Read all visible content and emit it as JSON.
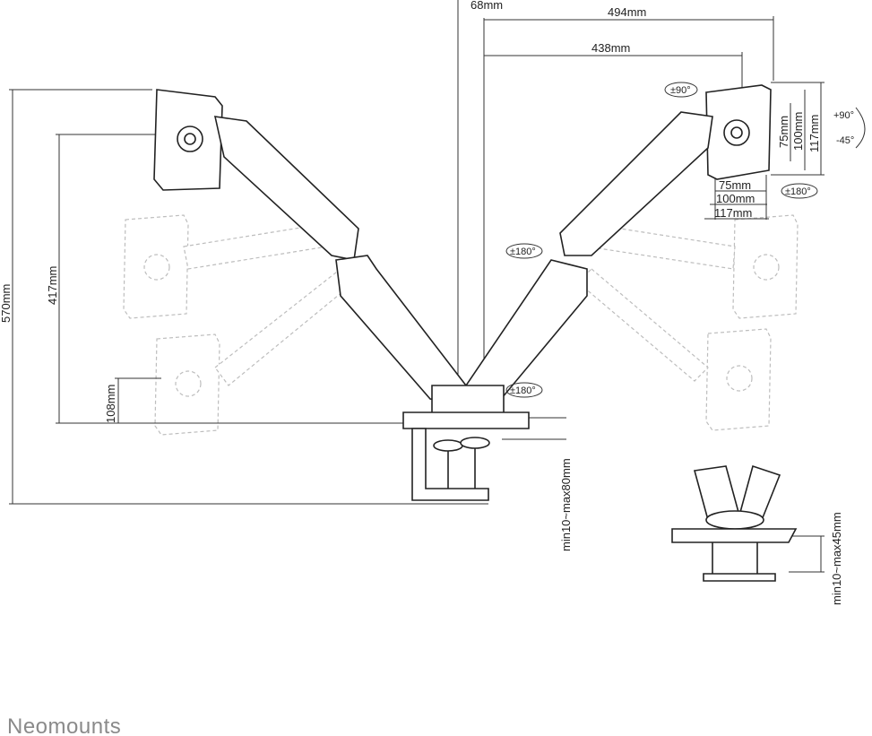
{
  "dimensions": {
    "width_494": "494mm",
    "width_438": "438mm",
    "offset_68": "68mm",
    "height_570": "570mm",
    "height_417": "417mm",
    "height_108": "108mm",
    "vesa_75_v": "75mm",
    "vesa_100_v": "100mm",
    "vesa_117_v": "117mm",
    "vesa_75_h": "75mm",
    "vesa_100_h": "100mm",
    "vesa_117_h": "117mm",
    "clamp_range": "min10~max80mm",
    "grommet_range": "min10~max45mm"
  },
  "rotations": {
    "rotate_90": "±90°",
    "tilt_up": "+90°",
    "tilt_down": "-45°",
    "swivel_head": "±180°",
    "swivel_elbow": "±180°",
    "swivel_base": "±180°"
  },
  "brand": {
    "name": "Neomounts"
  }
}
